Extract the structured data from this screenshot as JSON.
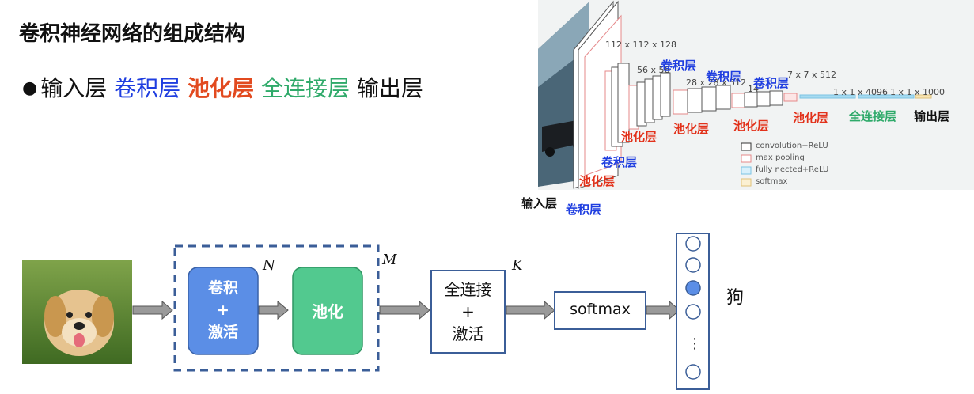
{
  "title": "卷积神经网络的组成结构",
  "bullet": {
    "input": "输入层",
    "conv": "卷积层",
    "pool": "池化层",
    "fc": "全连接层",
    "output": "输出层"
  },
  "cnn_figure": {
    "dims": [
      "112 x 112 x 128",
      "56 x 56",
      "28 x 28 x 512",
      "14",
      "7 x 7 x 512",
      "1 x 1 x 4096",
      "1 x 1 x 1000"
    ],
    "overlay": {
      "conv_1": "卷积层",
      "conv_2": "卷积层",
      "conv_3": "卷积层",
      "conv_4": "卷积层",
      "conv_5": "卷积层",
      "pool_1": "池化层",
      "pool_2": "池化层",
      "pool_3": "池化层",
      "pool_4": "池化层",
      "pool_5": "池化层",
      "fc": "全连接层",
      "output": "输出层",
      "input": "输入层"
    },
    "legend": [
      "convolution+ReLU",
      "max pooling",
      "fully nected+ReLU",
      "softmax"
    ]
  },
  "pipeline": {
    "conv_box": [
      "卷积",
      "+",
      "激活"
    ],
    "pool_box": "池化",
    "repeat_n": "N",
    "repeat_m": "M",
    "fc_box": [
      "全连接",
      "+",
      "激活"
    ],
    "repeat_k": "K",
    "softmax_box": "softmax",
    "output_label": "狗",
    "ellipsis": "⋮"
  },
  "colors": {
    "conv_box": "#5b8ee6",
    "pool_box": "#52c98f",
    "frame_blue": "#3b5e98",
    "arrow_gray": "#9a9a9a",
    "selected_node": "#5b8ee6"
  }
}
